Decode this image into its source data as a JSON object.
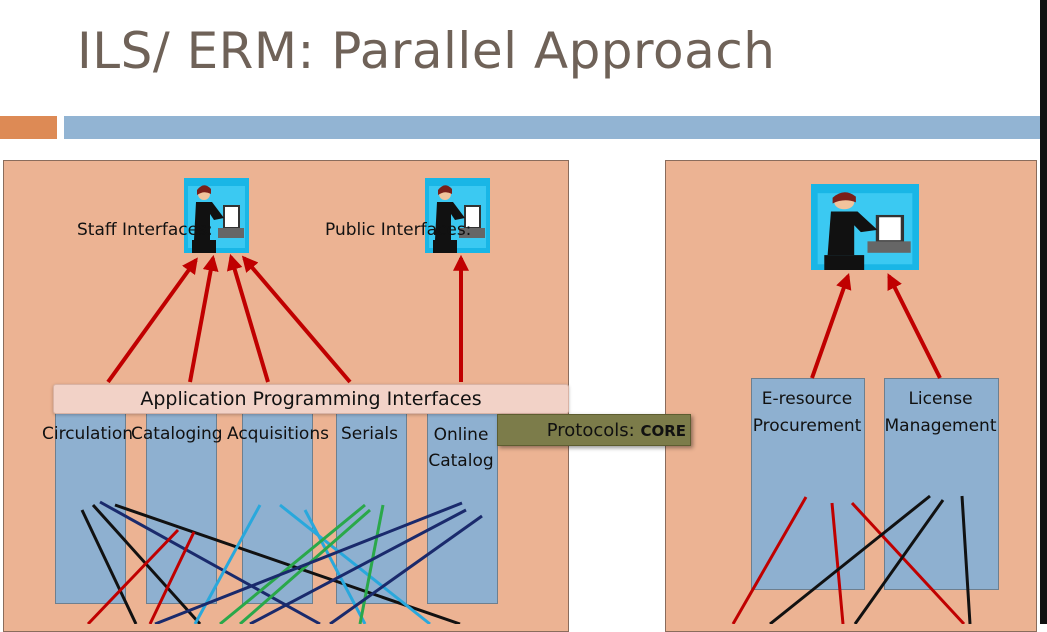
{
  "slide": {
    "title": "ILS/ ERM: Parallel Approach"
  },
  "left_panel": {
    "staff_label": "Staff Interfaces:",
    "public_label": "Public Interfaces:",
    "api_label": "Application Programming Interfaces",
    "modules": [
      "Circulation",
      "Cataloging",
      "Acquisitions",
      "Serials",
      "Online Catalog"
    ]
  },
  "protocols": {
    "prefix": "Protocols:",
    "emphasis": "CORE"
  },
  "right_panel": {
    "modules": [
      "E-resource Procurement",
      "License Management"
    ]
  },
  "colors": {
    "panel": "#ecb393",
    "module": "#8eb0d0",
    "arrow": "#c00000",
    "accent_orange": "#dd8a55",
    "accent_blue": "#92b4d3",
    "title": "#6f6258"
  }
}
